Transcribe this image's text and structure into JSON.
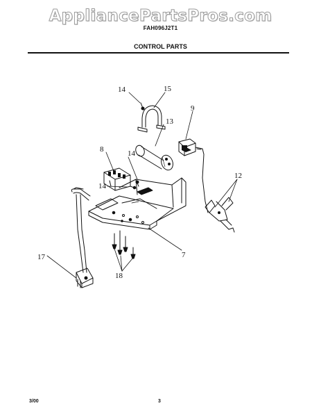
{
  "watermark": "AppliancePartsPros.com",
  "model": "FAH096J2T1",
  "section_title": "CONTROL PARTS",
  "callouts": {
    "c14a": "14",
    "c15": "15",
    "c9": "9",
    "c13": "13",
    "c8": "8",
    "c14b": "14",
    "c14c": "14",
    "c12": "12",
    "c7": "7",
    "c17": "17",
    "c18": "18"
  },
  "footer": {
    "date": "3/00",
    "page": "3"
  }
}
